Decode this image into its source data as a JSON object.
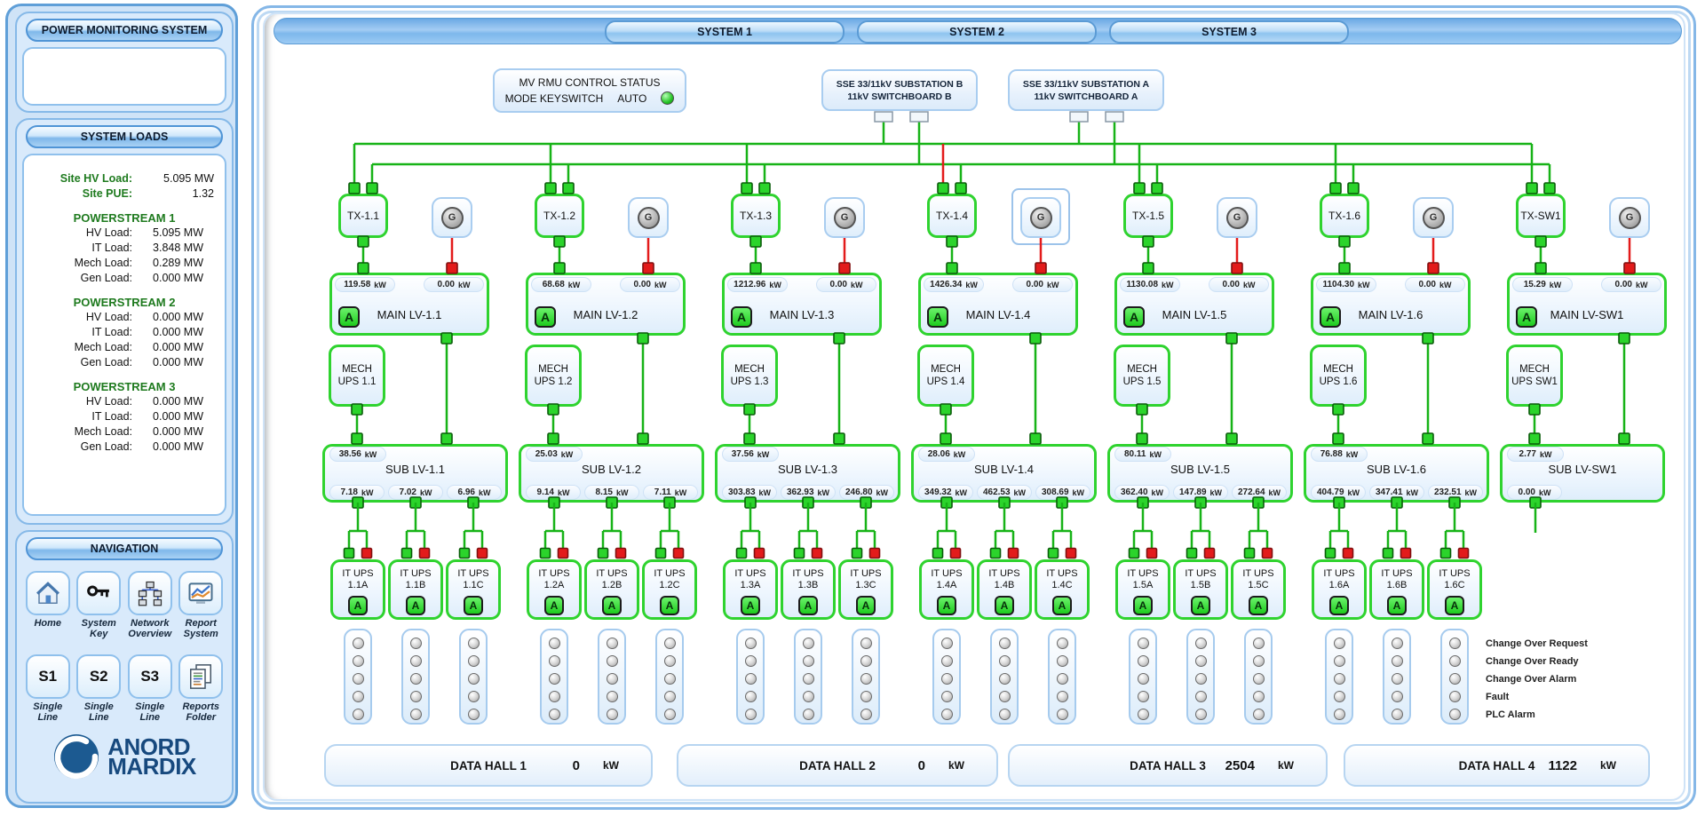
{
  "colors": {
    "green_line": "#17b317",
    "red_line": "#e31b1b",
    "box_green": "#2fd32f",
    "connector_green": "#2bd42b",
    "accent_blue": "#5b9bd5",
    "logo_blue": "#17497e",
    "led_on_green": "#27c427"
  },
  "units": {
    "kw": "kW"
  },
  "labels": {
    "gen": "G"
  },
  "sidebar": {
    "title": "POWER MONITORING SYSTEM",
    "loads": {
      "header": "SYSTEM LOADS",
      "site": [
        {
          "label": "Site HV Load:",
          "value": "5.095 MW"
        },
        {
          "label": "Site PUE:",
          "value": "1.32"
        }
      ],
      "streams": [
        {
          "name": "POWERSTREAM 1",
          "rows": [
            {
              "label": "HV Load:",
              "value": "5.095 MW"
            },
            {
              "label": "IT Load:",
              "value": "3.848 MW"
            },
            {
              "label": "Mech Load:",
              "value": "0.289 MW"
            },
            {
              "label": "Gen Load:",
              "value": "0.000 MW"
            }
          ]
        },
        {
          "name": "POWERSTREAM 2",
          "rows": [
            {
              "label": "HV Load:",
              "value": "0.000 MW"
            },
            {
              "label": "IT Load:",
              "value": "0.000 MW"
            },
            {
              "label": "Mech Load:",
              "value": "0.000 MW"
            },
            {
              "label": "Gen Load:",
              "value": "0.000 MW"
            }
          ]
        },
        {
          "name": "POWERSTREAM 3",
          "rows": [
            {
              "label": "HV Load:",
              "value": "0.000 MW"
            },
            {
              "label": "IT Load:",
              "value": "0.000 MW"
            },
            {
              "label": "Mech Load:",
              "value": "0.000 MW"
            },
            {
              "label": "Gen Load:",
              "value": "0.000 MW"
            }
          ]
        }
      ]
    },
    "nav": {
      "header": "NAVIGATION",
      "items": [
        {
          "label": "Home",
          "icon": "home-icon"
        },
        {
          "label": "System Key",
          "icon": "key-icon"
        },
        {
          "label": "Network Overview",
          "icon": "network-icon"
        },
        {
          "label": "Report System",
          "icon": "chart-icon"
        },
        {
          "label": "Single Line",
          "icon_text": "S1"
        },
        {
          "label": "Single Line",
          "icon_text": "S2"
        },
        {
          "label": "Single Line",
          "icon_text": "S3"
        },
        {
          "label": "Reports Folder",
          "icon": "reports-folder-icon"
        }
      ]
    },
    "logo": {
      "line1": "ANORD",
      "line2": "MARDIX"
    }
  },
  "tabs": [
    {
      "label": "SYSTEM 1"
    },
    {
      "label": "SYSTEM 2"
    },
    {
      "label": "SYSTEM 3"
    }
  ],
  "mv_rmu": {
    "title": "MV RMU CONTROL STATUS",
    "keyswitch_label": "MODE KEYSWITCH",
    "mode": "AUTO"
  },
  "substations": [
    {
      "line1": "SSE 33/11kV SUBSTATION B",
      "line2": "11kV SWITCHBOARD B"
    },
    {
      "line1": "SSE 33/11kV SUBSTATION A",
      "line2": "11kV SWITCHBOARD A"
    }
  ],
  "columns": [
    {
      "tx": "TX-1.1",
      "main": {
        "label": "MAIN LV-1.1",
        "status": "A",
        "kw_in": "119.58",
        "kw_gen": "0.00"
      },
      "mech": {
        "l1": "MECH",
        "l2": "UPS 1.1"
      },
      "sub": {
        "label": "SUB LV-1.1",
        "kw_in": "38.56",
        "kw_out": [
          "7.18",
          "7.02",
          "6.96"
        ]
      },
      "it": [
        {
          "l1": "IT UPS",
          "l2": "1.1A",
          "status": "A"
        },
        {
          "l1": "IT UPS",
          "l2": "1.1B",
          "status": "A"
        },
        {
          "l1": "IT UPS",
          "l2": "1.1C",
          "status": "A"
        }
      ]
    },
    {
      "tx": "TX-1.2",
      "main": {
        "label": "MAIN LV-1.2",
        "status": "A",
        "kw_in": "68.68",
        "kw_gen": "0.00"
      },
      "mech": {
        "l1": "MECH",
        "l2": "UPS 1.2"
      },
      "sub": {
        "label": "SUB LV-1.2",
        "kw_in": "25.03",
        "kw_out": [
          "9.14",
          "8.15",
          "7.11"
        ]
      },
      "it": [
        {
          "l1": "IT UPS",
          "l2": "1.2A",
          "status": "A"
        },
        {
          "l1": "IT UPS",
          "l2": "1.2B",
          "status": "A"
        },
        {
          "l1": "IT UPS",
          "l2": "1.2C",
          "status": "A"
        }
      ]
    },
    {
      "tx": "TX-1.3",
      "main": {
        "label": "MAIN LV-1.3",
        "status": "A",
        "kw_in": "1212.96",
        "kw_gen": "0.00"
      },
      "mech": {
        "l1": "MECH",
        "l2": "UPS 1.3"
      },
      "sub": {
        "label": "SUB LV-1.3",
        "kw_in": "37.56",
        "kw_out": [
          "303.83",
          "362.93",
          "246.80"
        ]
      },
      "it": [
        {
          "l1": "IT UPS",
          "l2": "1.3A",
          "status": "A"
        },
        {
          "l1": "IT UPS",
          "l2": "1.3B",
          "status": "A"
        },
        {
          "l1": "IT UPS",
          "l2": "1.3C",
          "status": "A"
        }
      ]
    },
    {
      "tx": "TX-1.4",
      "gen_highlight": true,
      "hv_feed_alarm": true,
      "main": {
        "label": "MAIN LV-1.4",
        "status": "A",
        "kw_in": "1426.34",
        "kw_gen": "0.00"
      },
      "mech": {
        "l1": "MECH",
        "l2": "UPS 1.4"
      },
      "sub": {
        "label": "SUB LV-1.4",
        "kw_in": "28.06",
        "kw_out": [
          "349.32",
          "462.53",
          "308.69"
        ]
      },
      "it": [
        {
          "l1": "IT UPS",
          "l2": "1.4A",
          "status": "A"
        },
        {
          "l1": "IT UPS",
          "l2": "1.4B",
          "status": "A"
        },
        {
          "l1": "IT UPS",
          "l2": "1.4C",
          "status": "A"
        }
      ]
    },
    {
      "tx": "TX-1.5",
      "main": {
        "label": "MAIN LV-1.5",
        "status": "A",
        "kw_in": "1130.08",
        "kw_gen": "0.00"
      },
      "mech": {
        "l1": "MECH",
        "l2": "UPS 1.5"
      },
      "sub": {
        "label": "SUB LV-1.5",
        "kw_in": "80.11",
        "kw_out": [
          "362.40",
          "147.89",
          "272.64"
        ]
      },
      "it": [
        {
          "l1": "IT UPS",
          "l2": "1.5A",
          "status": "A"
        },
        {
          "l1": "IT UPS",
          "l2": "1.5B",
          "status": "A"
        },
        {
          "l1": "IT UPS",
          "l2": "1.5C",
          "status": "A"
        }
      ]
    },
    {
      "tx": "TX-1.6",
      "main": {
        "label": "MAIN LV-1.6",
        "status": "A",
        "kw_in": "1104.30",
        "kw_gen": "0.00"
      },
      "mech": {
        "l1": "MECH",
        "l2": "UPS 1.6"
      },
      "sub": {
        "label": "SUB LV-1.6",
        "kw_in": "76.88",
        "kw_out": [
          "404.79",
          "347.41",
          "232.51"
        ]
      },
      "it": [
        {
          "l1": "IT UPS",
          "l2": "1.6A",
          "status": "A"
        },
        {
          "l1": "IT UPS",
          "l2": "1.6B",
          "status": "A"
        },
        {
          "l1": "IT UPS",
          "l2": "1.6C",
          "status": "A"
        }
      ]
    },
    {
      "tx": "TX-SW1",
      "main": {
        "label": "MAIN LV-SW1",
        "status": "A",
        "kw_in": "15.29",
        "kw_gen": "0.00"
      },
      "mech": {
        "l1": "MECH",
        "l2": "UPS SW1"
      },
      "sub": {
        "label": "SUB LV-SW1",
        "kw_in": "2.77",
        "kw_out": [
          "0.00"
        ]
      },
      "it": []
    }
  ],
  "legend": {
    "items": [
      "Change Over Request",
      "Change Over Ready",
      "Change Over Alarm",
      "Fault",
      "PLC Alarm"
    ]
  },
  "data_halls": [
    {
      "label": "DATA HALL 1",
      "value": "0"
    },
    {
      "label": "DATA HALL 2",
      "value": "0"
    },
    {
      "label": "DATA HALL 3",
      "value": "2504"
    },
    {
      "label": "DATA HALL 4",
      "value": "1122"
    }
  ]
}
